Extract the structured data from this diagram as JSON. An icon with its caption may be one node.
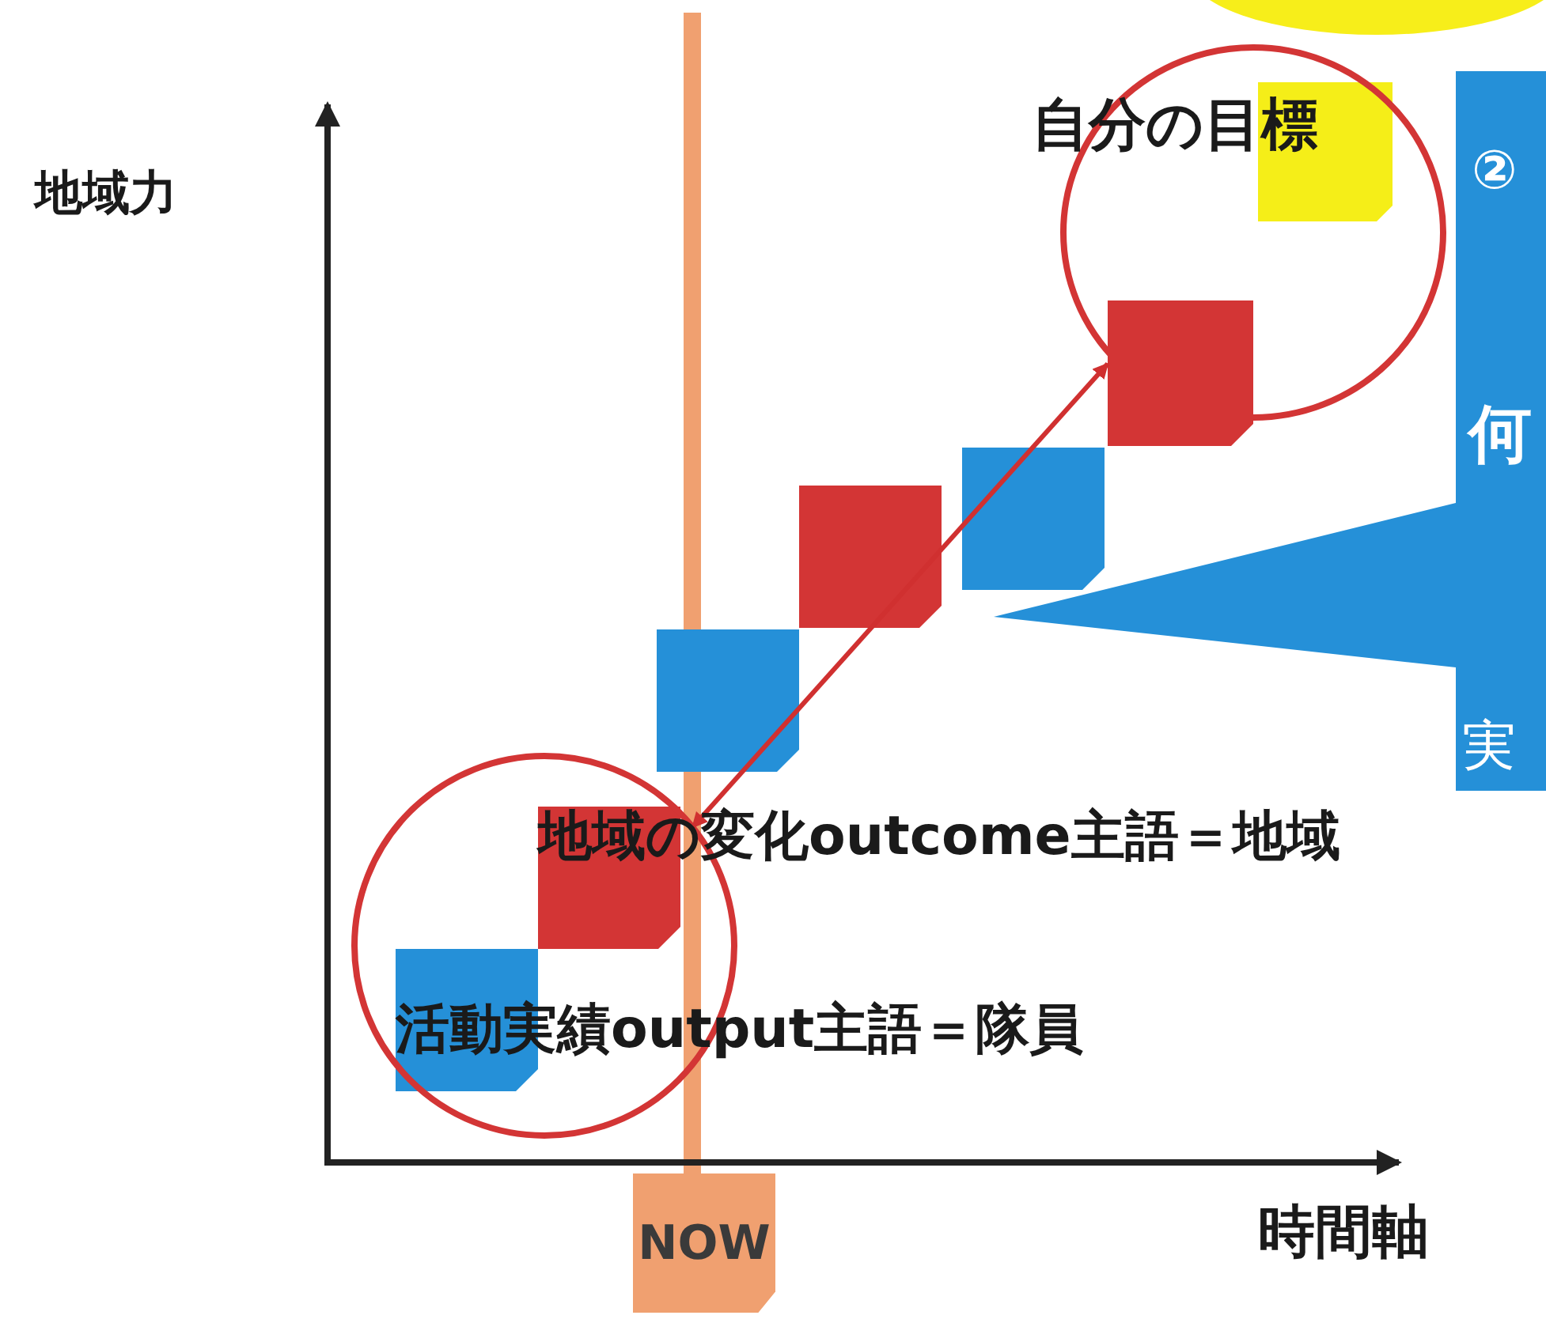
{
  "diagram": {
    "nodes": [
      {
        "text": [],
        "shape": "circle"
      },
      {
        "text": [],
        "shape": "box"
      },
      {
        "text": [],
        "shape": "circle"
      },
      {
        "text": [
          "NOW"
        ]
      },
      {
        "text": [
          "②",
          "何",
          "実"
        ]
      }
    ],
    "edges": [
      {
        "from": 2,
        "to": 1,
        "arrow": "both"
      }
    ],
    "labels": [
      "地域力",
      "自分の目標",
      "地域の変化outcome主語＝地域",
      "活動実績output主語＝隊員",
      "時間軸"
    ]
  }
}
